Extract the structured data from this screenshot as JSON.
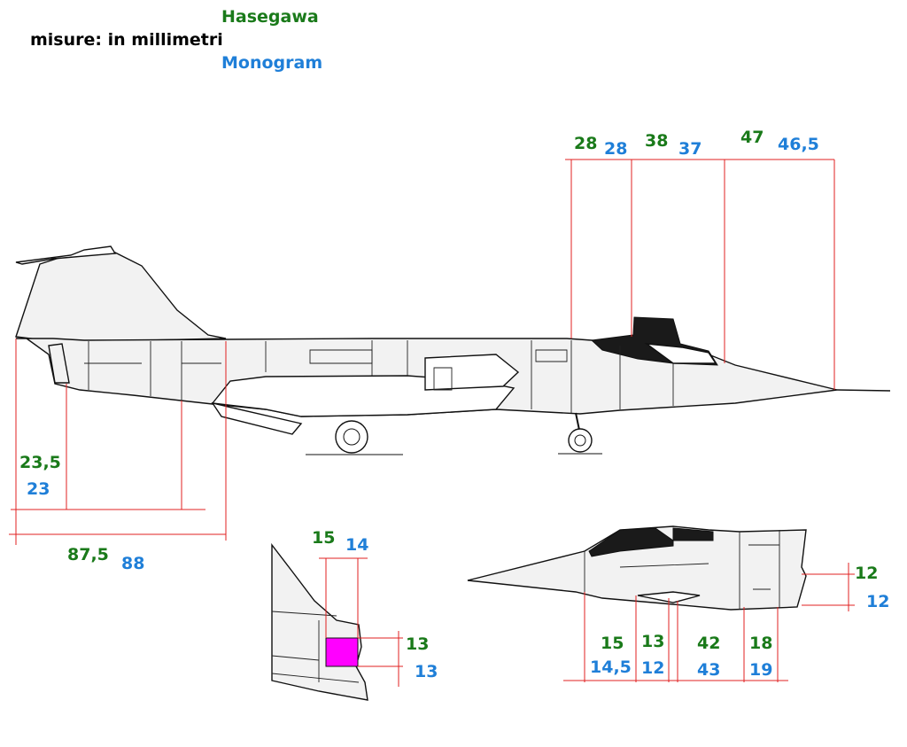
{
  "legend": {
    "brand_a": "Hasegawa",
    "units": "misure: in millimetri",
    "brand_b": "Monogram"
  },
  "colors": {
    "hasegawa": "#1a7a1a",
    "monogram": "#1f7fd8",
    "dimension_line": "#e02020",
    "highlight": "#ff00ff",
    "text": "#000000"
  },
  "side_view": {
    "top_dims": {
      "h1": "28",
      "m1": "28",
      "h2": "38",
      "m2": "37",
      "h3": "47",
      "m3": "46,5"
    },
    "rear_dims": {
      "h_tail": "23,5",
      "m_tail": "23",
      "h_total": "87,5",
      "m_total": "88"
    }
  },
  "intake_detail": {
    "h_width": "15",
    "m_width": "14",
    "h_height": "13",
    "m_height": "13"
  },
  "nose_view": {
    "h_a": "15",
    "m_a": "14,5",
    "h_b": "13",
    "m_b": "12",
    "h_c": "42",
    "m_c": "43",
    "h_d": "18",
    "m_d": "19",
    "h_e": "12",
    "m_e": "12"
  }
}
